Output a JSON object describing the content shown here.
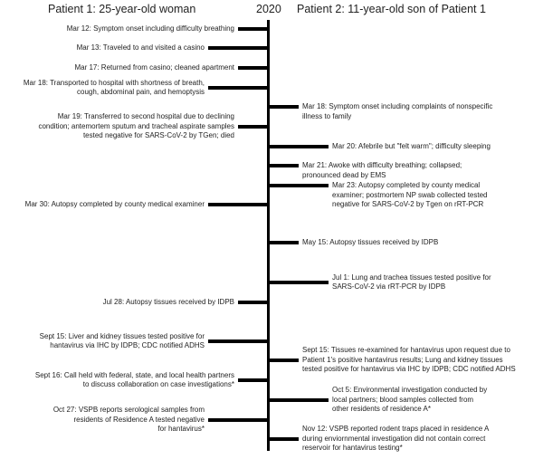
{
  "header": {
    "patient1_title": "Patient 1: 25-year-old woman",
    "year": "2020",
    "patient2_title": "Patient 2: 11-year-old son of Patient 1"
  },
  "patient1_events": [
    {
      "lines": [
        "Mar 12: Symptom onset including difficulty breathing"
      ]
    },
    {
      "lines": [
        "Mar 13: Traveled to and visited a casino"
      ]
    },
    {
      "lines": [
        "Mar 17: Returned from casino; cleaned apartment"
      ]
    },
    {
      "lines": [
        "Mar 18: Transported to hospital with shortness of breath,",
        "cough, abdominal pain, and hemoptysis"
      ]
    },
    {
      "lines": [
        "Mar 19: Transferred to second hospital due to declining",
        "condition; antemortem sputum and tracheal aspirate samples",
        "tested negative for SARS-CoV-2 by TGen; died"
      ]
    },
    {
      "lines": [
        "Mar 30: Autopsy completed by county medical examiner"
      ]
    },
    {
      "lines": [
        "Jul 28: Autopsy tissues received by IDPB"
      ]
    },
    {
      "lines": [
        "Sept 15: Liver and kidney tissues tested positive for",
        "hantavirus via IHC by IDPB; CDC notified ADHS"
      ]
    },
    {
      "lines": [
        "Sept 16: Call held with federal, state, and local health partners",
        "to discuss collaboration on case investigations*"
      ]
    },
    {
      "lines": [
        "Oct 27: VSPB reports serological samples from",
        "residents of Residence A tested negative",
        "for hantavirus*"
      ]
    }
  ],
  "patient2_events": [
    {
      "lines": [
        "Mar 18: Symptom onset including complaints of nonspecific",
        "illness to family"
      ]
    },
    {
      "lines": [
        "Mar 20: Afebrile but \"felt warm\"; difficulty sleeping"
      ]
    },
    {
      "lines": [
        "Mar 21: Awoke with difficulty breathing; collapsed;",
        "pronounced dead by EMS"
      ]
    },
    {
      "lines": [
        "Mar 23: Autopsy completed by county medical",
        "examiner; postmortem NP swab collected tested",
        "negative for SARS-CoV-2 by Tgen on rRT-PCR"
      ]
    },
    {
      "lines": [
        "May 15: Autopsy tissues received by IDPB"
      ]
    },
    {
      "lines": [
        "Jul 1: Lung and trachea tissues tested positive for",
        "SARS-CoV-2 via rRT-PCR by IDPB"
      ]
    },
    {
      "lines": [
        "Sept 15: Tissues re-examined for hantavirus upon request due to",
        "Patient 1's positive hantavirus results; Lung and kidney tissues",
        "tested positive for hantavirus via IHC by IDPB; CDC notified ADHS"
      ]
    },
    {
      "lines": [
        "Oct 5: Environmental investigation conducted by",
        "local partners; blood samples collected from",
        "other residents of residence A*"
      ]
    },
    {
      "lines": [
        "Nov 12: VSPB reported rodent traps placed in residence A",
        "during enviornmental investigation did not contain correct",
        "reservoir for hantavirus testing*"
      ]
    }
  ]
}
